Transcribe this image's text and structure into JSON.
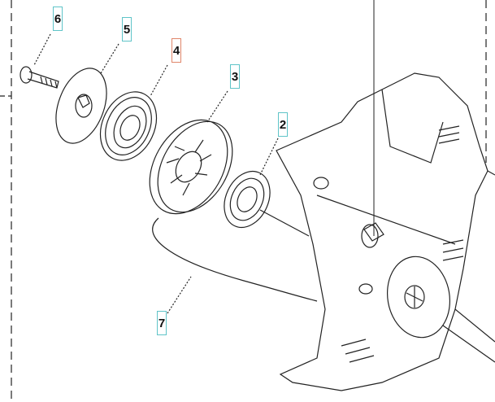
{
  "diagram": {
    "callouts": [
      {
        "number": "6",
        "part": "bolt",
        "highlighted": false
      },
      {
        "number": "5",
        "part": "washer-plate",
        "highlighted": false
      },
      {
        "number": "4",
        "part": "recoil-spring",
        "highlighted": true
      },
      {
        "number": "3",
        "part": "rope-pulley",
        "highlighted": false
      },
      {
        "number": "2",
        "part": "spring",
        "highlighted": false
      },
      {
        "number": "7",
        "part": "starter-rope",
        "highlighted": false
      }
    ],
    "colors": {
      "callout_border": "#5fc4c8",
      "highlight_border": "#e0866a",
      "line": "#222222"
    }
  }
}
